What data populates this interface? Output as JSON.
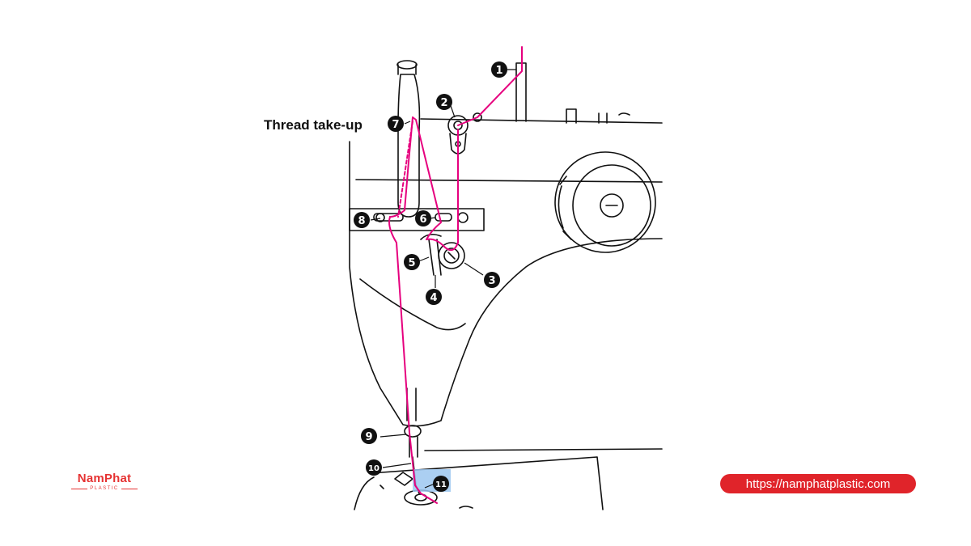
{
  "diagram": {
    "label_thread_takeup": "Thread take-up",
    "steps": [
      {
        "n": "1"
      },
      {
        "n": "2"
      },
      {
        "n": "3"
      },
      {
        "n": "4"
      },
      {
        "n": "5"
      },
      {
        "n": "6"
      },
      {
        "n": "7"
      },
      {
        "n": "8"
      },
      {
        "n": "9"
      },
      {
        "n": "10"
      },
      {
        "n": "11"
      }
    ],
    "colors": {
      "thread": "#e6007e",
      "outline": "#111111",
      "highlight": "#9cc7f0"
    }
  },
  "brand": {
    "logo_main": "NamPhat",
    "logo_sub": "PLASTIC",
    "url": "https://namphatplastic.com",
    "accent": "#e0242a"
  }
}
